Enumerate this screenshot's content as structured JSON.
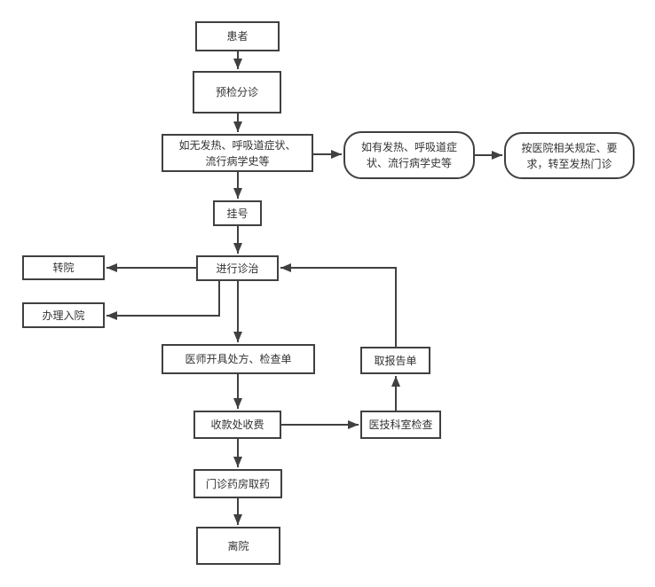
{
  "diagram": {
    "kind": "flowchart",
    "language": "zh-CN",
    "colors": {
      "background": "#ffffff",
      "node_fill": "#ffffff",
      "node_border": "#404040",
      "text": "#333333",
      "arrow": "#404040"
    },
    "nodes": {
      "patient": {
        "label": "患者"
      },
      "triage": {
        "label": "预检分诊"
      },
      "no_fever": {
        "label": "如无发热、呼吸道症状、\n流行病学史等"
      },
      "has_fever": {
        "label": "如有发热、呼吸道症\n状、流行病学史等"
      },
      "fever_clinic": {
        "label": "按医院相关规定、要\n求，转至发热门诊"
      },
      "register": {
        "label": "挂号"
      },
      "treatment": {
        "label": "进行诊治"
      },
      "transfer": {
        "label": "转院"
      },
      "admission": {
        "label": "办理入院"
      },
      "prescription": {
        "label": "医师开具处方、检查单"
      },
      "report": {
        "label": "取报告单"
      },
      "cashier": {
        "label": "收款处收费"
      },
      "med_tech": {
        "label": "医技科室检查"
      },
      "pharmacy": {
        "label": "门诊药房取药"
      },
      "leave": {
        "label": "离院"
      }
    },
    "edges": [
      {
        "from": "patient",
        "to": "triage"
      },
      {
        "from": "triage",
        "to": "no_fever"
      },
      {
        "from": "no_fever",
        "to": "register"
      },
      {
        "from": "no_fever",
        "to": "has_fever"
      },
      {
        "from": "has_fever",
        "to": "fever_clinic"
      },
      {
        "from": "register",
        "to": "treatment"
      },
      {
        "from": "treatment",
        "to": "transfer"
      },
      {
        "from": "treatment",
        "to": "admission"
      },
      {
        "from": "treatment",
        "to": "prescription"
      },
      {
        "from": "prescription",
        "to": "cashier"
      },
      {
        "from": "cashier",
        "to": "med_tech"
      },
      {
        "from": "med_tech",
        "to": "report"
      },
      {
        "from": "report",
        "to": "treatment"
      },
      {
        "from": "cashier",
        "to": "pharmacy"
      },
      {
        "from": "pharmacy",
        "to": "leave"
      }
    ]
  }
}
